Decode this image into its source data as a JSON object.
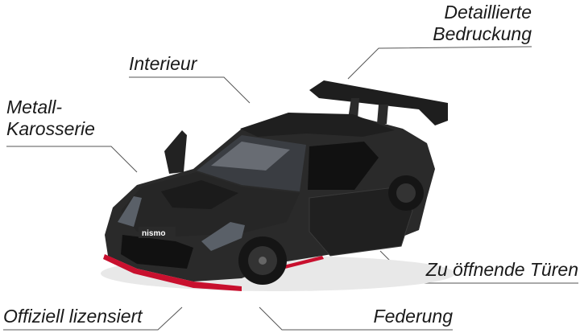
{
  "brand_badge": "nismo",
  "labels": {
    "printing": [
      "Detaillierte",
      "Bedruckung"
    ],
    "interior": "Interieur",
    "metal_body": [
      "Metall-",
      "Karosserie"
    ],
    "doors": "Zu öffnende Türen",
    "licensed": "Offiziell lizensiert",
    "suspension": "Federung"
  },
  "colors": {
    "text": "#1a1a1a",
    "leader_line": "#555555",
    "car_body": "#2a2a2a",
    "accent_red": "#c8102e"
  }
}
